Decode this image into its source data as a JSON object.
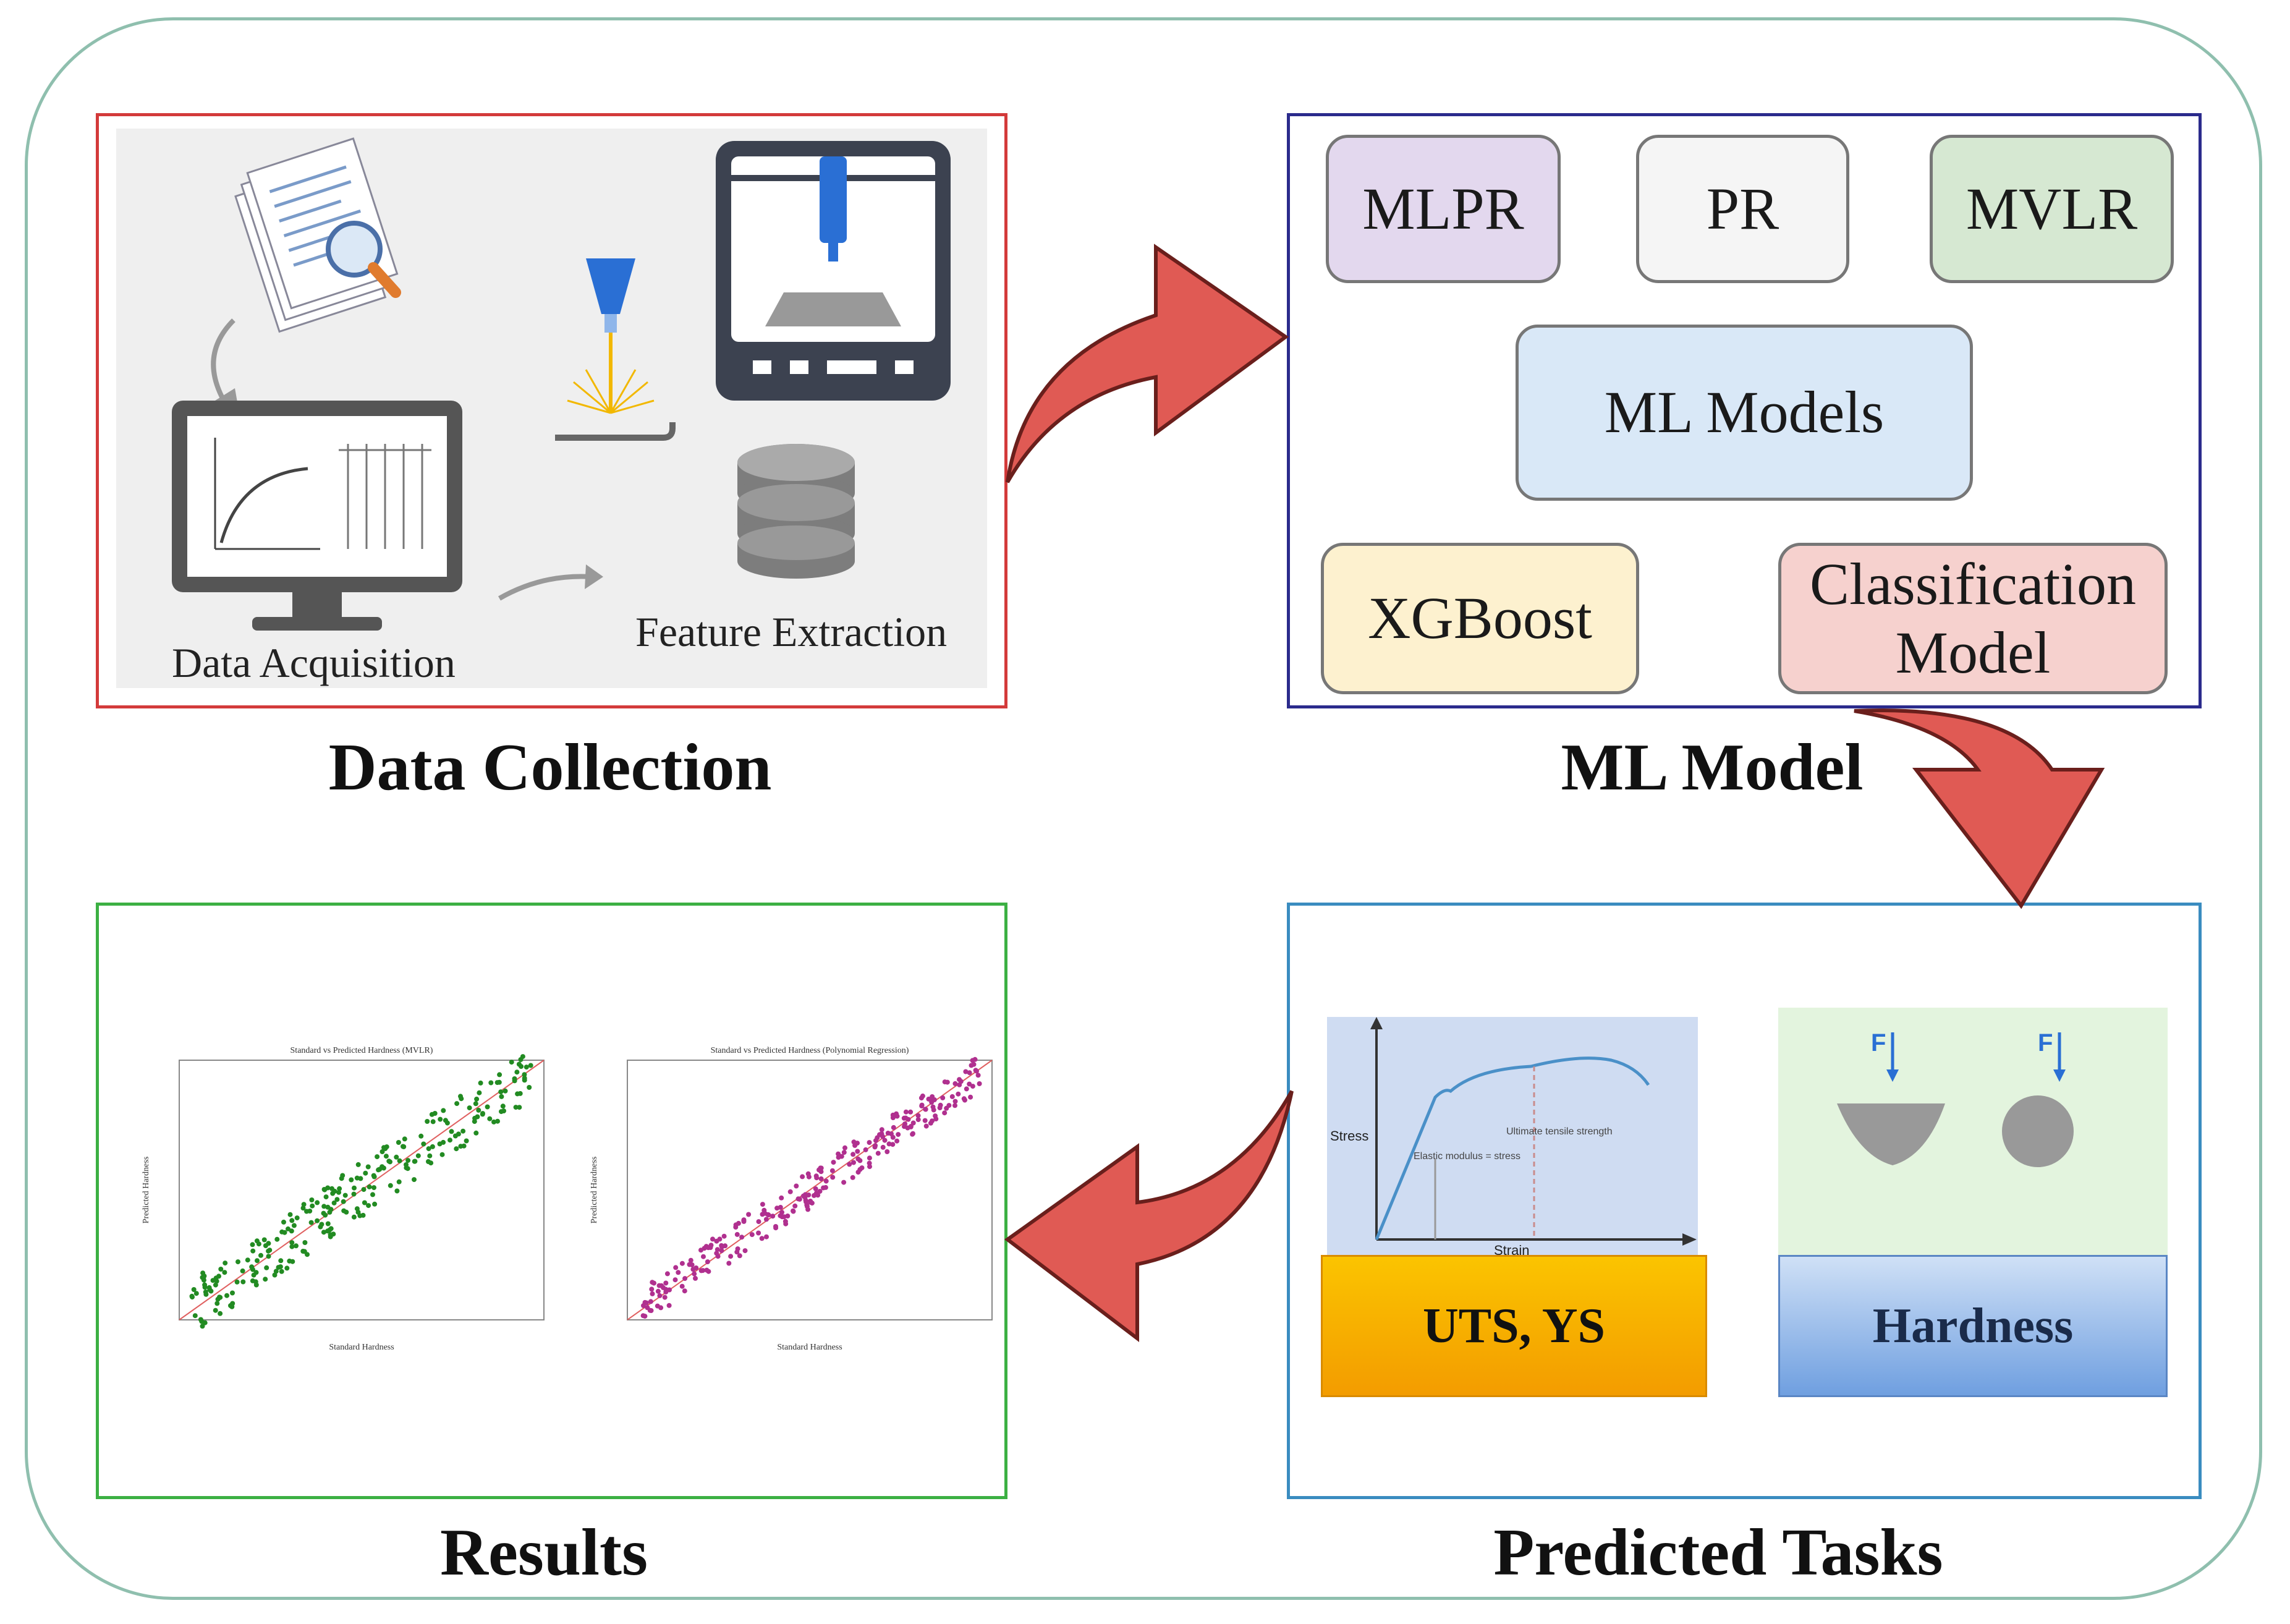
{
  "captions": {
    "data_collection": "Data Collection",
    "ml_model": "ML Model",
    "results": "Results",
    "predicted_tasks": "Predicted Tasks"
  },
  "data_collection": {
    "data_acquisition_label": "Data Acquisition",
    "feature_extraction_label": "Feature Extraction"
  },
  "ml_model": {
    "boxes": {
      "mlpr": "MLPR",
      "pr": "PR",
      "mvlr": "MVLR",
      "center": "ML Models",
      "xgboost": "XGBoost",
      "classification": "Classification Model"
    },
    "colors": {
      "mlpr": "#e3d8ee",
      "pr": "#f5f5f5",
      "mvlr": "#d6e8d2",
      "center": "#d9e8f7",
      "xgboost": "#fdf1cf",
      "classification": "#f6d1ce"
    }
  },
  "results": {
    "plot_left": {
      "title": "Standard vs Predicted Hardness (MVLR)",
      "xlabel": "Standard Hardness",
      "ylabel": "Predicted Hardness",
      "color": "#228b22"
    },
    "plot_right": {
      "title": "Standard vs Predicted Hardness (Polynomial Regression)",
      "xlabel": "Standard Hardness",
      "ylabel": "Predicted Hardness",
      "color": "#b0308f"
    }
  },
  "predicted_tasks": {
    "stress_label": "Stress",
    "strain_label": "Strain",
    "elastic_label": "Elastic modulus = stress",
    "uts_curve_label": "Ultimate tensile strength",
    "force_label_1": "F",
    "force_label_2": "F",
    "uts_ys_label": "UTS, YS",
    "hardness_label": "Hardness"
  },
  "colors": {
    "arrow": "#e05a54",
    "arrow_outline": "#6a1f1c"
  }
}
